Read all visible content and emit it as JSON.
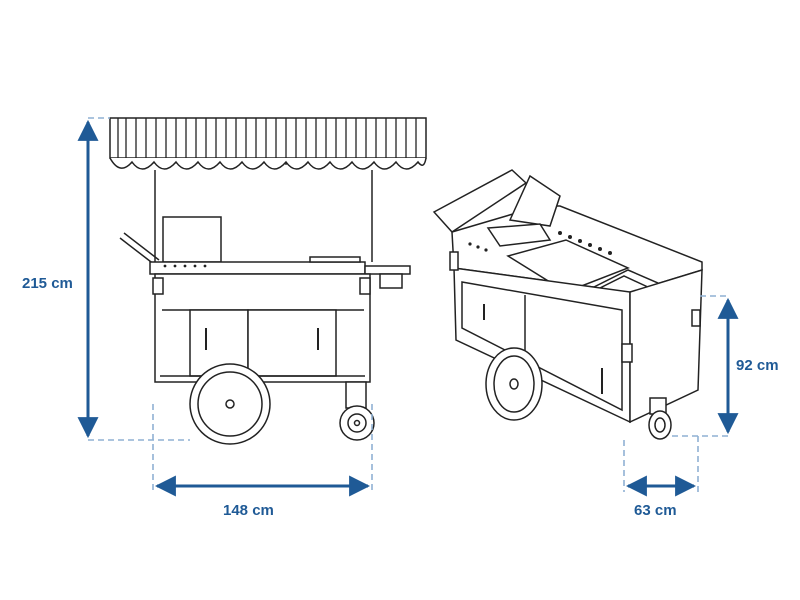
{
  "dimensions": {
    "height_total": "215 cm",
    "length": "148 cm",
    "height_body": "92 cm",
    "width": "63 cm"
  },
  "colors": {
    "dimension": "#1f5a96",
    "extension": "#8fb1d3",
    "outline": "#222222"
  }
}
